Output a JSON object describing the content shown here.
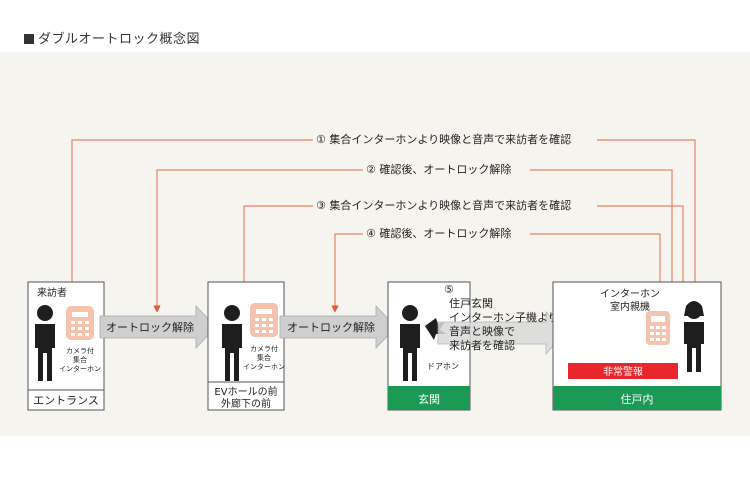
{
  "title": "ダブルオートロック概念図",
  "steps": [
    "① 集合インターホンより映像と音声で来訪者を確認",
    "② 確認後、オートロック解除",
    "③ 集合インターホンより映像と音声で来訪者を確認",
    "④ 確認後、オートロック解除"
  ],
  "step5": {
    "number": "⑤",
    "lines": [
      "住戸玄関",
      "インターホン子機より",
      "音声と映像で",
      "来訪者を確認"
    ]
  },
  "visitor_label": "来訪者",
  "entrance": {
    "intercom_lines": [
      "カメラ付",
      "集合",
      "インターホン"
    ],
    "footer": "エントランス"
  },
  "arrow1_label": "オートロック解除",
  "ev_hall": {
    "intercom_lines": [
      "カメラ付",
      "集合",
      "インターホン"
    ],
    "footer_lines": [
      "EVホールの前",
      "外廊下の前"
    ]
  },
  "arrow2_label": "オートロック解除",
  "genkan": {
    "door_label": "ドアホン",
    "footer": "玄関"
  },
  "unit": {
    "intercom_lines": [
      "インターホン",
      "室内親機"
    ],
    "alarm": "非常警報",
    "footer": "住戸内"
  },
  "colors": {
    "flow_line": "#e8836a",
    "green": "#1a9a55",
    "alarm": "#e8262c",
    "intercom": "#f4c3ad",
    "arrow": "#cfcfcf"
  }
}
